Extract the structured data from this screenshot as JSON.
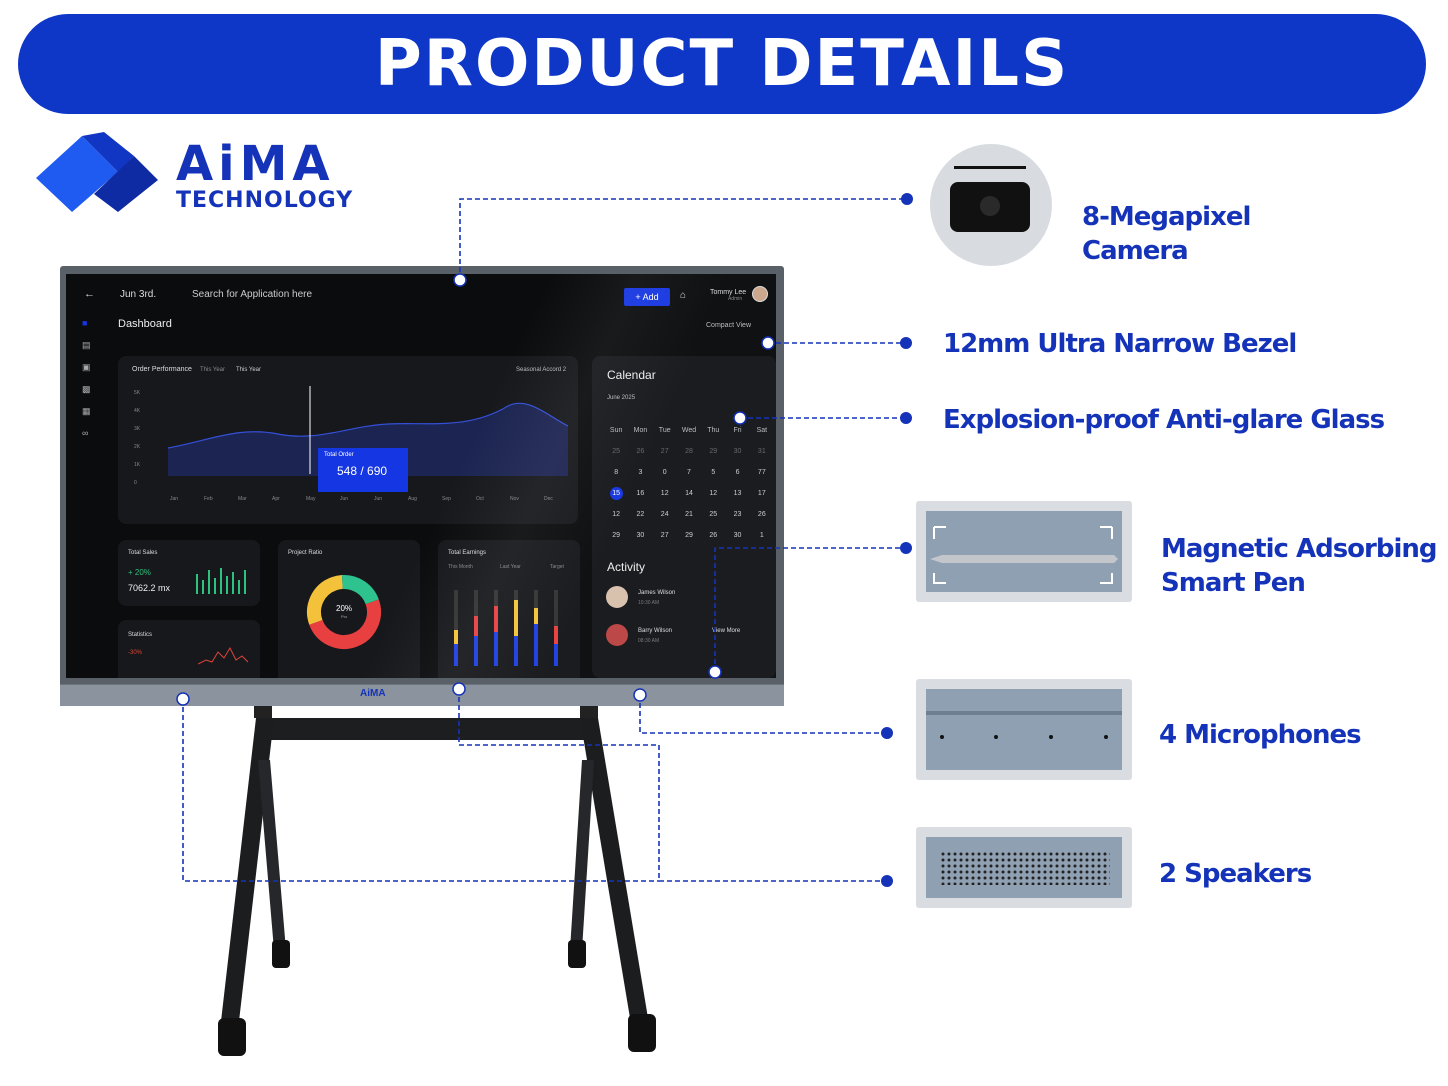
{
  "banner": {
    "title": "PRODUCT  DETAILS"
  },
  "logo": {
    "name": "AiMA",
    "sub": "TECHNOLOGY"
  },
  "tv": {
    "bezel_logo": "AiMA",
    "screen": {
      "date": "Jun 3rd.",
      "search_placeholder": "Search for Application here",
      "add_label": "+ Add",
      "user_name": "Tommy Lee",
      "user_role": "Admin",
      "page_title": "Dashboard",
      "compact_view": "Compact View",
      "order_card": {
        "title": "Order Performance",
        "tab1": "This Year",
        "tab2": "This Year",
        "dropdown": "Seasonal Accord 2",
        "y_ticks": [
          "5K",
          "4K",
          "3K",
          "2K",
          "1K",
          "0"
        ],
        "x_ticks": [
          "Jan",
          "Feb",
          "Mar",
          "Apr",
          "May",
          "Jun",
          "Jun",
          "Aug",
          "Sep",
          "Oct",
          "Nov",
          "Dec"
        ],
        "tooltip_label": "Total Order",
        "tooltip_value": "548 / 690"
      },
      "total_sales": {
        "title": "Total Sales",
        "change": "+ 20%",
        "value": "7062.2 mx"
      },
      "project_ratio": {
        "title": "Project Ratio",
        "center": "20%",
        "center_sub": "Pro"
      },
      "total_earnings": {
        "title": "Total Earnings",
        "legend": [
          "This Month",
          "Last Year",
          "Target"
        ]
      },
      "statistics": {
        "title": "Statistics",
        "change": "-30%"
      },
      "calendar": {
        "title": "Calendar",
        "month": "June 2025",
        "days": [
          "Sun",
          "Mon",
          "Tue",
          "Wed",
          "Thu",
          "Fri",
          "Sat"
        ],
        "rows": [
          [
            "25",
            "26",
            "27",
            "28",
            "29",
            "30",
            "31"
          ],
          [
            "8",
            "3",
            "0",
            "7",
            "5",
            "6",
            "77"
          ],
          [
            "15",
            "16",
            "12",
            "14",
            "12",
            "13",
            "17"
          ],
          [
            "12",
            "22",
            "24",
            "21",
            "25",
            "23",
            "26"
          ],
          [
            "29",
            "30",
            "27",
            "29",
            "26",
            "30",
            "1"
          ]
        ],
        "selected": "15"
      },
      "activity": {
        "title": "Activity",
        "items": [
          {
            "name": "James Wilson",
            "time": "10:30 AM"
          },
          {
            "name": "Barry Wilson",
            "time": "08:30 AM"
          }
        ],
        "view_more": "View More"
      }
    }
  },
  "features": [
    {
      "line1": "8-Megapixel",
      "line2": "Camera"
    },
    {
      "line1": "12mm  Ultra Narrow Bezel"
    },
    {
      "line1": "Explosion-proof  Anti-glare Glass"
    },
    {
      "line1": "Magnetic Adsorbing",
      "line2": "Smart Pen"
    },
    {
      "line1": "4 Microphones"
    },
    {
      "line1": "2 Speakers"
    }
  ],
  "colors": {
    "brand_blue": "#1433b8",
    "banner_blue": "#0e37c8",
    "screen_bg": "#0b0c0e"
  }
}
